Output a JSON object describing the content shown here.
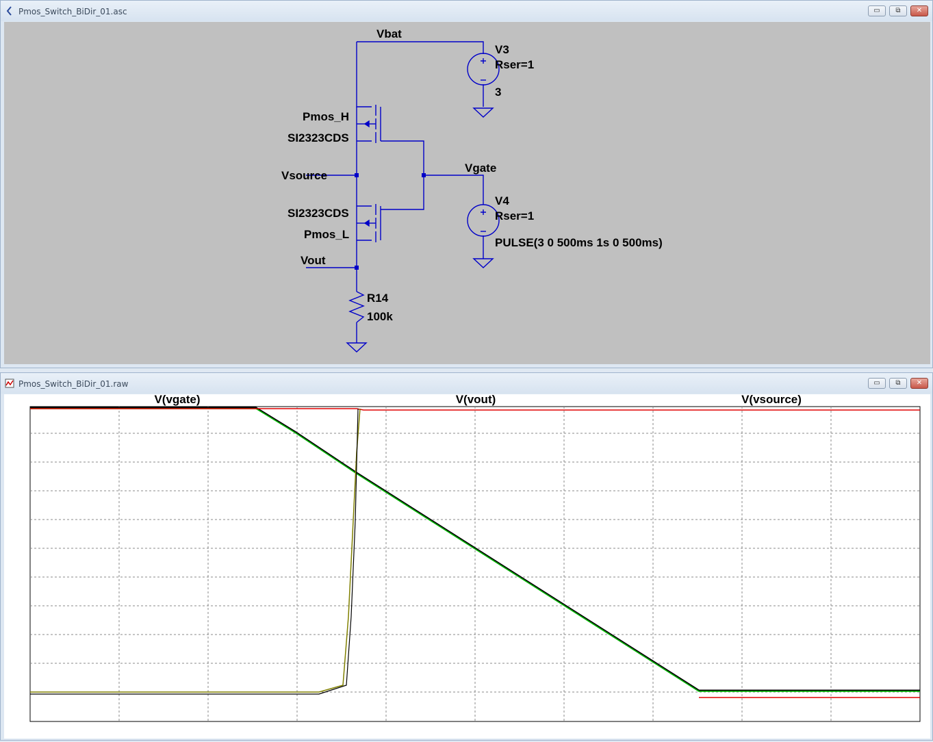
{
  "schematic_window": {
    "title": "Pmos_Switch_BiDir_01.asc",
    "labels": {
      "vbat": "Vbat",
      "v3": "V3",
      "v3_rser": "Rser=1",
      "v3_value": "3",
      "pmos_h": "Pmos_H",
      "pmos_h_model": "SI2323CDS",
      "vsource": "Vsource",
      "vgate": "Vgate",
      "v4": "V4",
      "v4_rser": "Rser=1",
      "v4_value": "PULSE(3 0 500ms 1s 0 500ms)",
      "pmos_l_model": "SI2323CDS",
      "pmos_l": "Pmos_L",
      "vout": "Vout",
      "r14": "R14",
      "r14_value": "100k"
    }
  },
  "waveform_window": {
    "title": "Pmos_Switch_BiDir_01.raw",
    "traces": [
      {
        "label": "V(vgate)",
        "color": "#00c000"
      },
      {
        "label": "V(vout)",
        "color": "#808000"
      },
      {
        "label": "V(vsource)",
        "color": "#e00000"
      }
    ]
  },
  "window_buttons": {
    "minimize": "▭",
    "restore": "⧉",
    "close": "✕"
  }
}
